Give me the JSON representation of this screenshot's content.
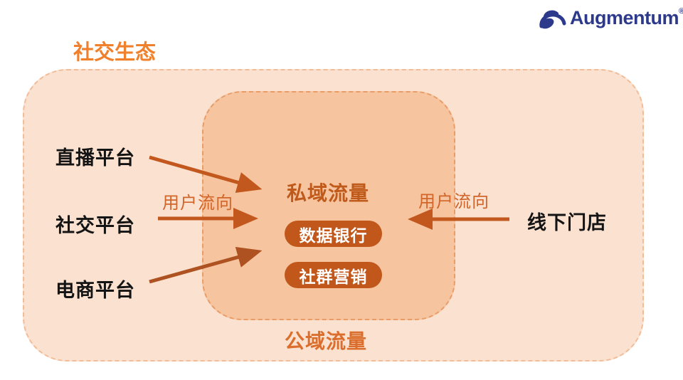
{
  "logo": {
    "name": "Augmentum",
    "registered": "®",
    "color": "#2d3a8c"
  },
  "title": {
    "text": "社交生态",
    "color": "#f0802b"
  },
  "public_zone": {
    "label": "公域流量",
    "fill": "#fae1d0",
    "border": "#f2bc97",
    "label_color": "#db6e2d"
  },
  "private_zone": {
    "title": "私域流量",
    "title_color": "#c05a1b",
    "fill": "#f6c5a0",
    "border": "#e99c66",
    "pill_bg": "#c1571b",
    "pills": [
      {
        "label": "数据银行"
      },
      {
        "label": "社群营销"
      }
    ]
  },
  "left_platforms": [
    {
      "label": "直播平台"
    },
    {
      "label": "社交平台"
    },
    {
      "label": "电商平台"
    }
  ],
  "right_platform": {
    "label": "线下门店"
  },
  "flow": {
    "left_label": "用户流向",
    "right_label": "用户流向",
    "arrow_color": "#c2581e",
    "arrow_color_alt": "#ad5220"
  }
}
